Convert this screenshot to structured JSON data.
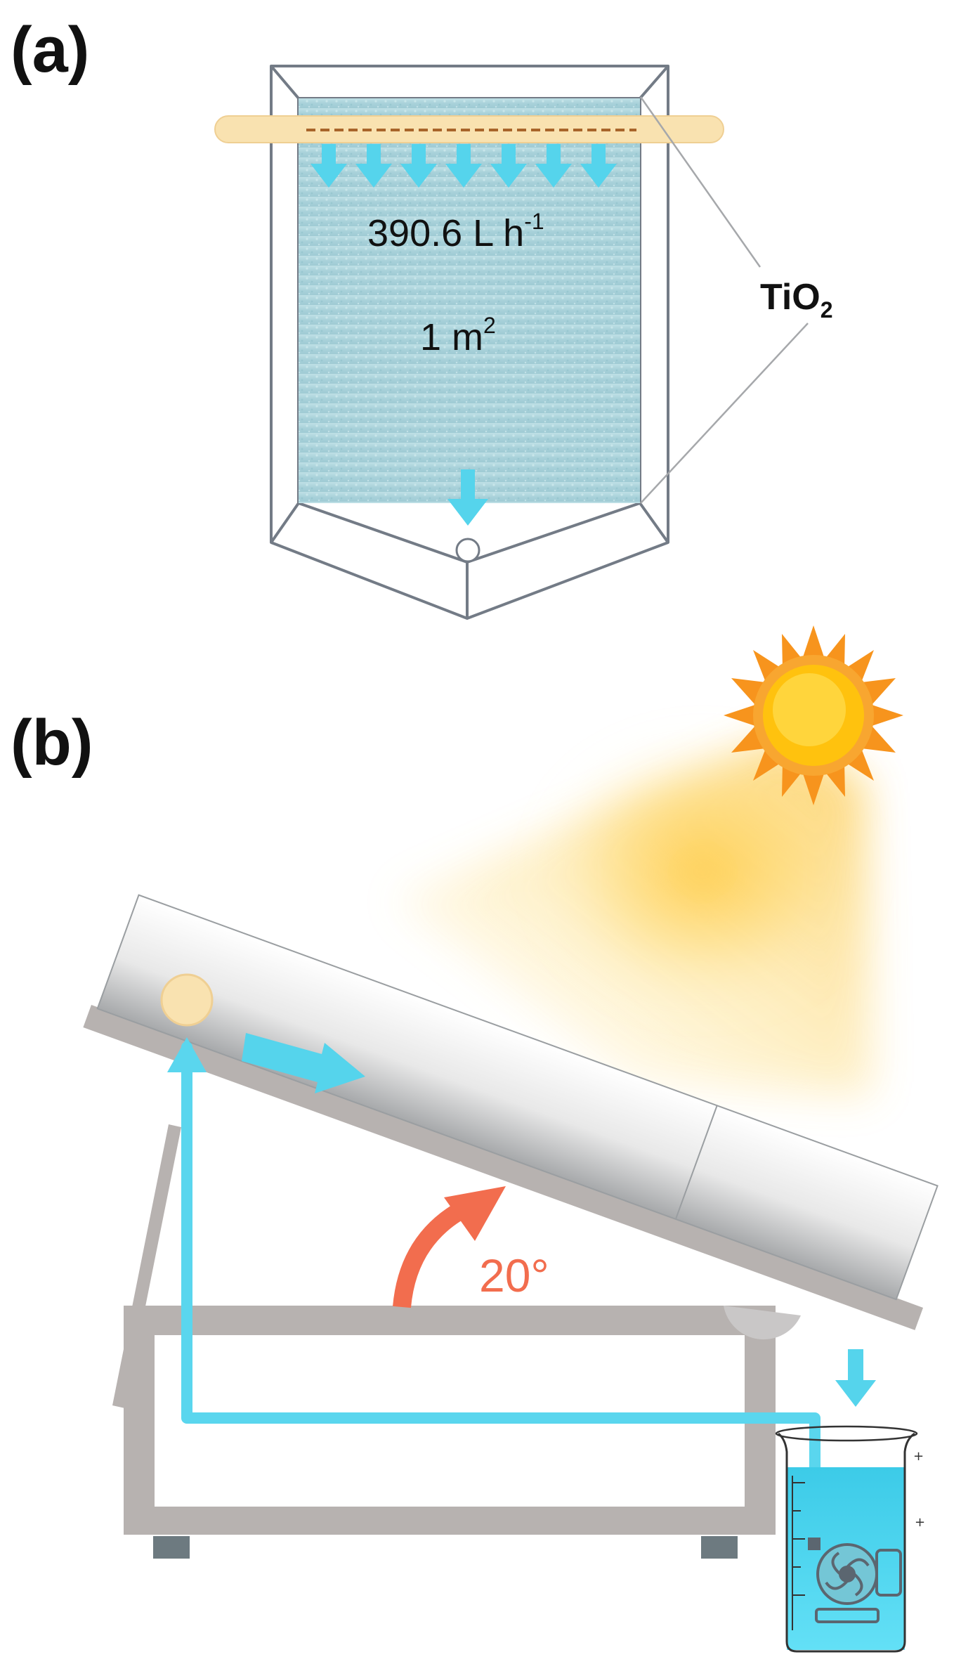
{
  "panel_a": {
    "label": "(a)",
    "flow_rate": {
      "value": "390.6 L h",
      "exponent": "-1"
    },
    "area": {
      "value": "1 m",
      "exponent": "2"
    },
    "coating": {
      "base": "TiO",
      "subscript": "2"
    }
  },
  "panel_b": {
    "label": "(b)",
    "tilt_angle": "20°"
  },
  "colors": {
    "water": "#5ad6ee",
    "arrow": "#55d4ec",
    "frame": "#b7b2b0",
    "angle_arrow": "#f26d4e",
    "sun_core": "#ffc20e",
    "sun_rays": "#f7941d",
    "distributor": "#f9e2b0"
  },
  "icons": [
    "sun-icon",
    "pump-icon",
    "beaker-icon",
    "flow-arrow-icon"
  ]
}
